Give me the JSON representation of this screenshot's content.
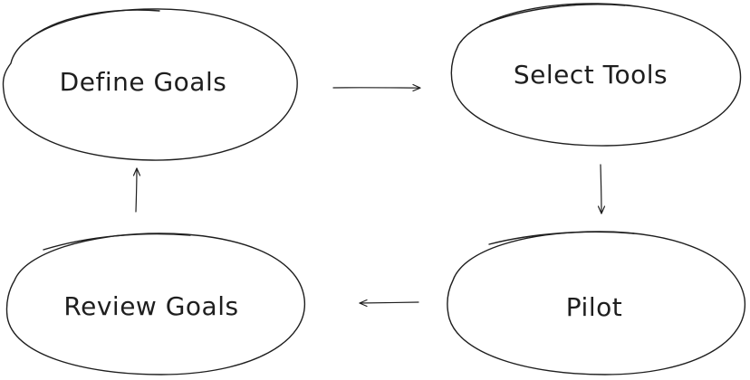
{
  "diagram": {
    "nodes": [
      {
        "id": "define-goals",
        "label": "Define Goals"
      },
      {
        "id": "select-tools",
        "label": "Select Tools"
      },
      {
        "id": "pilot",
        "label": "Pilot"
      },
      {
        "id": "review-goals",
        "label": "Review Goals"
      }
    ],
    "edges": [
      {
        "from": "define-goals",
        "to": "select-tools"
      },
      {
        "from": "select-tools",
        "to": "pilot"
      },
      {
        "from": "pilot",
        "to": "review-goals"
      },
      {
        "from": "review-goals",
        "to": "define-goals"
      }
    ]
  }
}
